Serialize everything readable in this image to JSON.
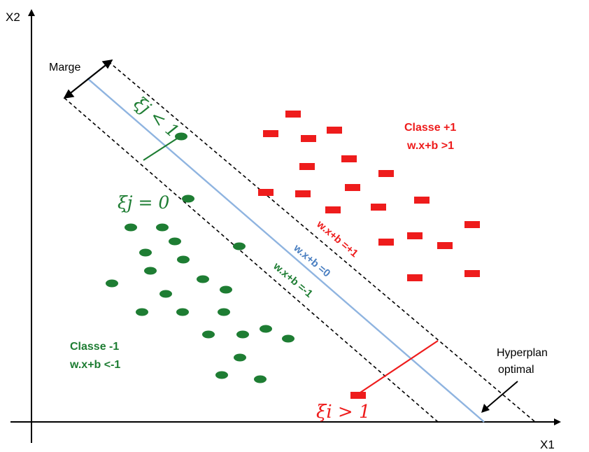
{
  "axes": {
    "x_label": "X1",
    "y_label": "X2"
  },
  "margin_label": "Marge",
  "hyperplane_label": {
    "line1": "Hyperplan",
    "line2": "optimal"
  },
  "class_plus": {
    "name": "Classe +1",
    "rule": "w.x+b >1",
    "color": "#ee1c1c"
  },
  "class_minus": {
    "name": "Classe -1",
    "rule": "w.x+b <-1",
    "color": "#1e7d33"
  },
  "line_labels": {
    "upper": "w.x+b =+1",
    "middle": "w.x+b =0",
    "lower": "w.x+b =-1"
  },
  "slack_labels": {
    "xi_j_lt_1": "ξj < 1",
    "xi_j_eq_0": "ξj = 0",
    "xi_i_gt_1": "ξi > 1"
  },
  "colors": {
    "hyperplane": "#8fb4e0",
    "margin_lines": "#000000",
    "slack_red": "#ee1c1c",
    "slack_green": "#1e7d33",
    "line_label_blue": "#4a7fc1"
  }
}
